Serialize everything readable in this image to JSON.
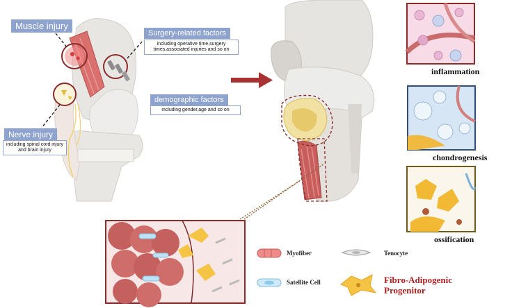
{
  "left": {
    "muscle_injury": "Muscle injury",
    "surgery_title": "Surgery-related factors",
    "surgery_detail_1": "including operative time,surgery",
    "surgery_detail_2": "times,associated injuries and so on",
    "demographic_title": "demographic factors",
    "demographic_detail": "including gender,age and so on",
    "nerve_title": "Nerve injury",
    "nerve_detail_1": "including spinal cord injury",
    "nerve_detail_2": "and brain injury"
  },
  "panels": {
    "inflammation": "inflammation",
    "chondrogenesis": "chondrogenesis",
    "ossification": "ossification"
  },
  "legend": {
    "myofiber": "Myofiber",
    "tenocyte": "Tenocyte",
    "satellite": "Satellite Cell",
    "fap_1": "Fibro-Adipogenic",
    "fap_2": "Progenitor"
  },
  "colors": {
    "label_box": "#8fa3cf",
    "muscle": "#d9706e",
    "dark_red": "#8b2a2a",
    "fap_text": "#b22222",
    "bone": "#e6e4e0",
    "fap_cell": "#f6c445"
  }
}
